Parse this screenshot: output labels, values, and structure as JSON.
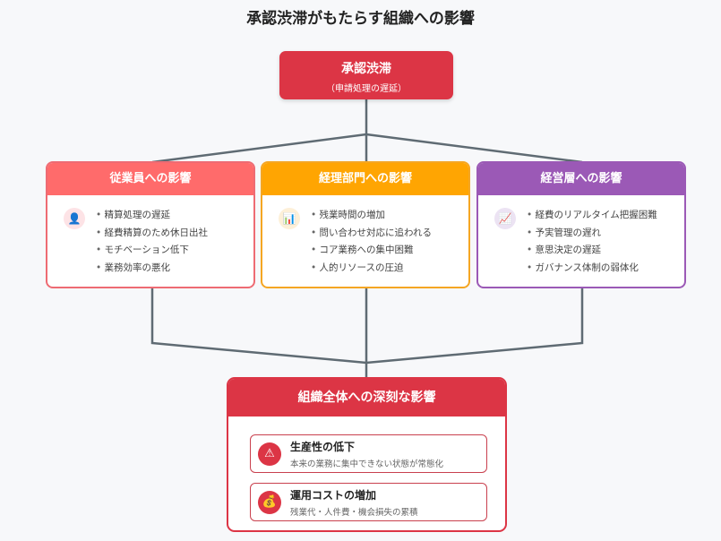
{
  "title": "承認渋滞がもたらす組織への影響",
  "root": {
    "title": "承認渋滞",
    "subtitle": "（申請処理の遅延）"
  },
  "cards": [
    {
      "title": "従業員への影響",
      "icon": "person-icon",
      "color": "#ff6b6b",
      "items": [
        "精算処理の遅延",
        "経費精算のため休日出社",
        "モチベーション低下",
        "業務効率の悪化"
      ]
    },
    {
      "title": "経理部門への影響",
      "icon": "bar-chart-icon",
      "color": "#ffa502",
      "items": [
        "残業時間の増加",
        "問い合わせ対応に追われる",
        "コア業務への集中困難",
        "人的リソースの圧迫"
      ]
    },
    {
      "title": "経営層への影響",
      "icon": "line-chart-icon",
      "color": "#9b59b6",
      "items": [
        "経費のリアルタイム把握困難",
        "予実管理の遅れ",
        "意思決定の遅延",
        "ガバナンス体制の弱体化"
      ]
    }
  ],
  "bottom": {
    "title": "組織全体への深刻な影響",
    "items": [
      {
        "title": "生産性の低下",
        "desc": "本来の業務に集中できない状態が常態化",
        "icon": "warning-icon"
      },
      {
        "title": "運用コストの増加",
        "desc": "残業代・人件費・機会損失の累積",
        "icon": "money-bag-icon"
      }
    ]
  }
}
